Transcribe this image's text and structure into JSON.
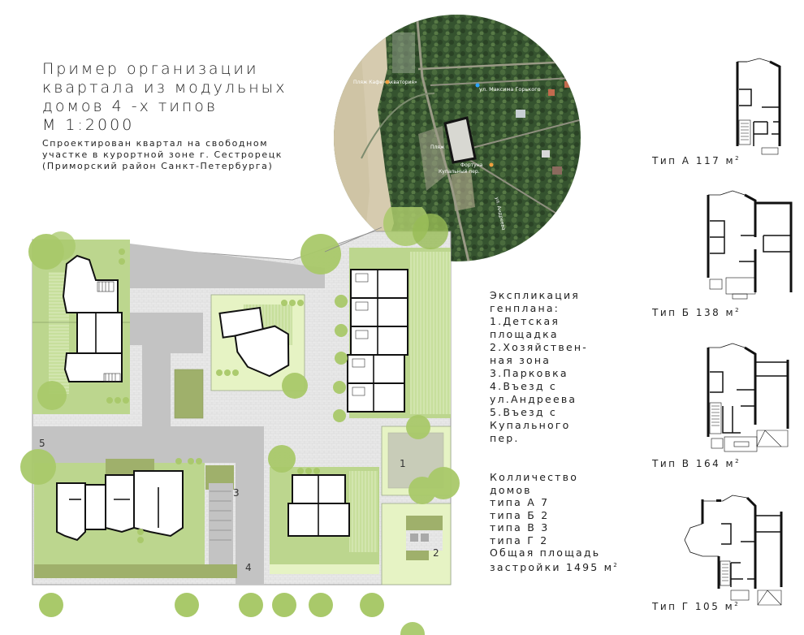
{
  "header": {
    "title_lines": [
      "Пример организации",
      "квартала из модульных",
      "домов 4 -х типов",
      "М 1:2000"
    ],
    "subtitle_lines": [
      "Спроектирован квартал на свободном",
      "участке в курортной зоне г. Сестрорецк",
      "(Приморский район Санкт-Петербурга)"
    ]
  },
  "map": {
    "labels": [
      "Пляж Кафе «Акватория»",
      "ул. Максима Горького",
      "Пляж",
      "Фортуна",
      "Купальный пер.",
      "ул. Андреева"
    ],
    "colors": {
      "forest": "#2f4a2a",
      "sand": "#d8cdb2",
      "site_outline": "#1a1a1a"
    }
  },
  "site_plan": {
    "markers": [
      "1",
      "2",
      "3",
      "4",
      "5"
    ],
    "colors": {
      "lawn": "#bcd68e",
      "lawn_light": "#e6f3c4",
      "lawn_dark": "#9fb06b",
      "paving": "#e6e6e6",
      "road": "#c3c3c3",
      "tree": "#a9c96a",
      "building": "#ffffff",
      "wall": "#111111"
    }
  },
  "explication": {
    "heading_lines": [
      "Экспликация",
      "генплана:"
    ],
    "items": [
      [
        "1.Детская",
        "площадка"
      ],
      [
        "2.Хозяйствен-",
        "ная зона"
      ],
      [
        "3.Парковка"
      ],
      [
        "4.Въезд с",
        "ул.Андреева"
      ],
      [
        "5.Въезд с",
        "Купального",
        "пер."
      ]
    ]
  },
  "counts": {
    "heading_lines": [
      "Колличество",
      "домов"
    ],
    "rows": [
      {
        "label": "типа А",
        "value": "7"
      },
      {
        "label": "типа Б",
        "value": "2"
      },
      {
        "label": "типа В",
        "value": "3"
      },
      {
        "label": "типа Г",
        "value": "2"
      }
    ],
    "total_lines": [
      "Общая площадь",
      "застройки 1495 м"
    ],
    "total_unit_sup": "2"
  },
  "house_types": [
    {
      "label": "Тип А 117 м",
      "sup": "2"
    },
    {
      "label": "Тип Б 138 м",
      "sup": "2"
    },
    {
      "label": "Тип В 164 м",
      "sup": "2"
    },
    {
      "label": "Тип Г 105 м",
      "sup": "2"
    }
  ]
}
